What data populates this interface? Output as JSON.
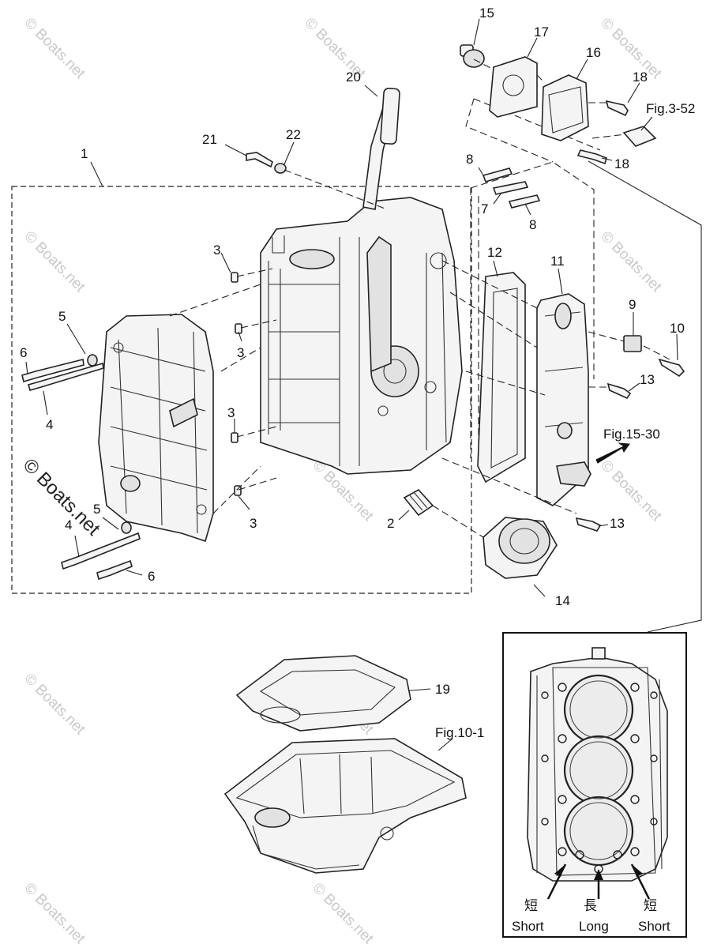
{
  "watermark_text": "© Boats.net",
  "callouts": [
    {
      "id": "c1",
      "text": "1"
    },
    {
      "id": "c2",
      "text": "2"
    },
    {
      "id": "c3a",
      "text": "3"
    },
    {
      "id": "c3b",
      "text": "3"
    },
    {
      "id": "c3c",
      "text": "3"
    },
    {
      "id": "c3d",
      "text": "3"
    },
    {
      "id": "c4a",
      "text": "4"
    },
    {
      "id": "c4b",
      "text": "4"
    },
    {
      "id": "c5a",
      "text": "5"
    },
    {
      "id": "c5b",
      "text": "5"
    },
    {
      "id": "c6a",
      "text": "6"
    },
    {
      "id": "c6b",
      "text": "6"
    },
    {
      "id": "c7",
      "text": "7"
    },
    {
      "id": "c8a",
      "text": "8"
    },
    {
      "id": "c8b",
      "text": "8"
    },
    {
      "id": "c9",
      "text": "9"
    },
    {
      "id": "c10",
      "text": "10"
    },
    {
      "id": "c11",
      "text": "11"
    },
    {
      "id": "c12",
      "text": "12"
    },
    {
      "id": "c13a",
      "text": "13"
    },
    {
      "id": "c13b",
      "text": "13"
    },
    {
      "id": "c14",
      "text": "14"
    },
    {
      "id": "c15",
      "text": "15"
    },
    {
      "id": "c16",
      "text": "16"
    },
    {
      "id": "c17",
      "text": "17"
    },
    {
      "id": "c18a",
      "text": "18"
    },
    {
      "id": "c18b",
      "text": "18"
    },
    {
      "id": "c19",
      "text": "19"
    },
    {
      "id": "c20",
      "text": "20"
    },
    {
      "id": "c21",
      "text": "21"
    },
    {
      "id": "c22",
      "text": "22"
    }
  ],
  "figure_refs": {
    "fig_3_52": "Fig.3-52",
    "fig_15_30": "Fig.15-30",
    "fig_10_1": "Fig.10-1"
  },
  "inset": {
    "left": {
      "cjk": "短",
      "text": "Short"
    },
    "center": {
      "cjk": "長",
      "text": "Long"
    },
    "right": {
      "cjk": "短",
      "text": "Short"
    }
  }
}
